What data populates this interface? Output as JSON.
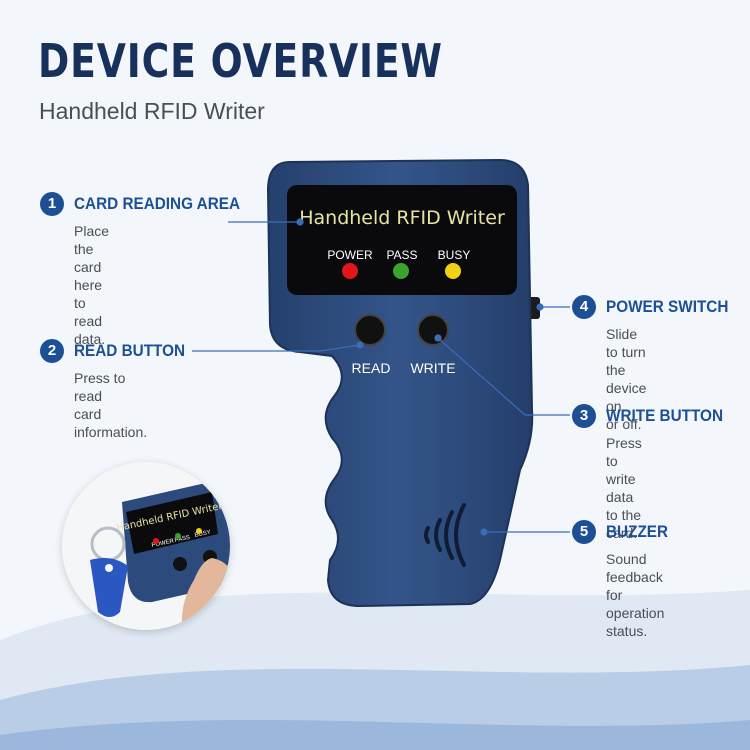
{
  "header": {
    "title": "DEVICE OVERVIEW",
    "subtitle": "Handheld RFID Writer"
  },
  "device": {
    "screen_text": "Handheld RFID Writer",
    "indicators": [
      {
        "label": "POWER",
        "color": "#e0161b"
      },
      {
        "label": "PASS",
        "color": "#3aa52e"
      },
      {
        "label": "BUSY",
        "color": "#f2d014"
      }
    ],
    "buttons": [
      {
        "label": "READ"
      },
      {
        "label": "WRITE"
      }
    ],
    "body_color": "#2c4a7c"
  },
  "callouts": [
    {
      "number": "1",
      "title": "CARD READING AREA",
      "description": "Place the card here\nto read data."
    },
    {
      "number": "2",
      "title": "READ BUTTON",
      "description": "Press to read\ncard information."
    },
    {
      "number": "4",
      "title": "POWER SWITCH",
      "description": "Slide to turn\nthe device on\nor off."
    },
    {
      "number": "3",
      "title": "WRITE BUTTON",
      "description": "Press to write\ndata to the card."
    },
    {
      "number": "5",
      "title": "BUZZER",
      "description": "Sound feedback\nfor operation\nstatus."
    }
  ],
  "inset": {
    "screen_text": "Handheld RFID Writer",
    "indicator_labels": [
      "POWER",
      "PASS",
      "BUSY"
    ]
  },
  "colors": {
    "accent": "#1d4f95",
    "title": "#17305c"
  }
}
